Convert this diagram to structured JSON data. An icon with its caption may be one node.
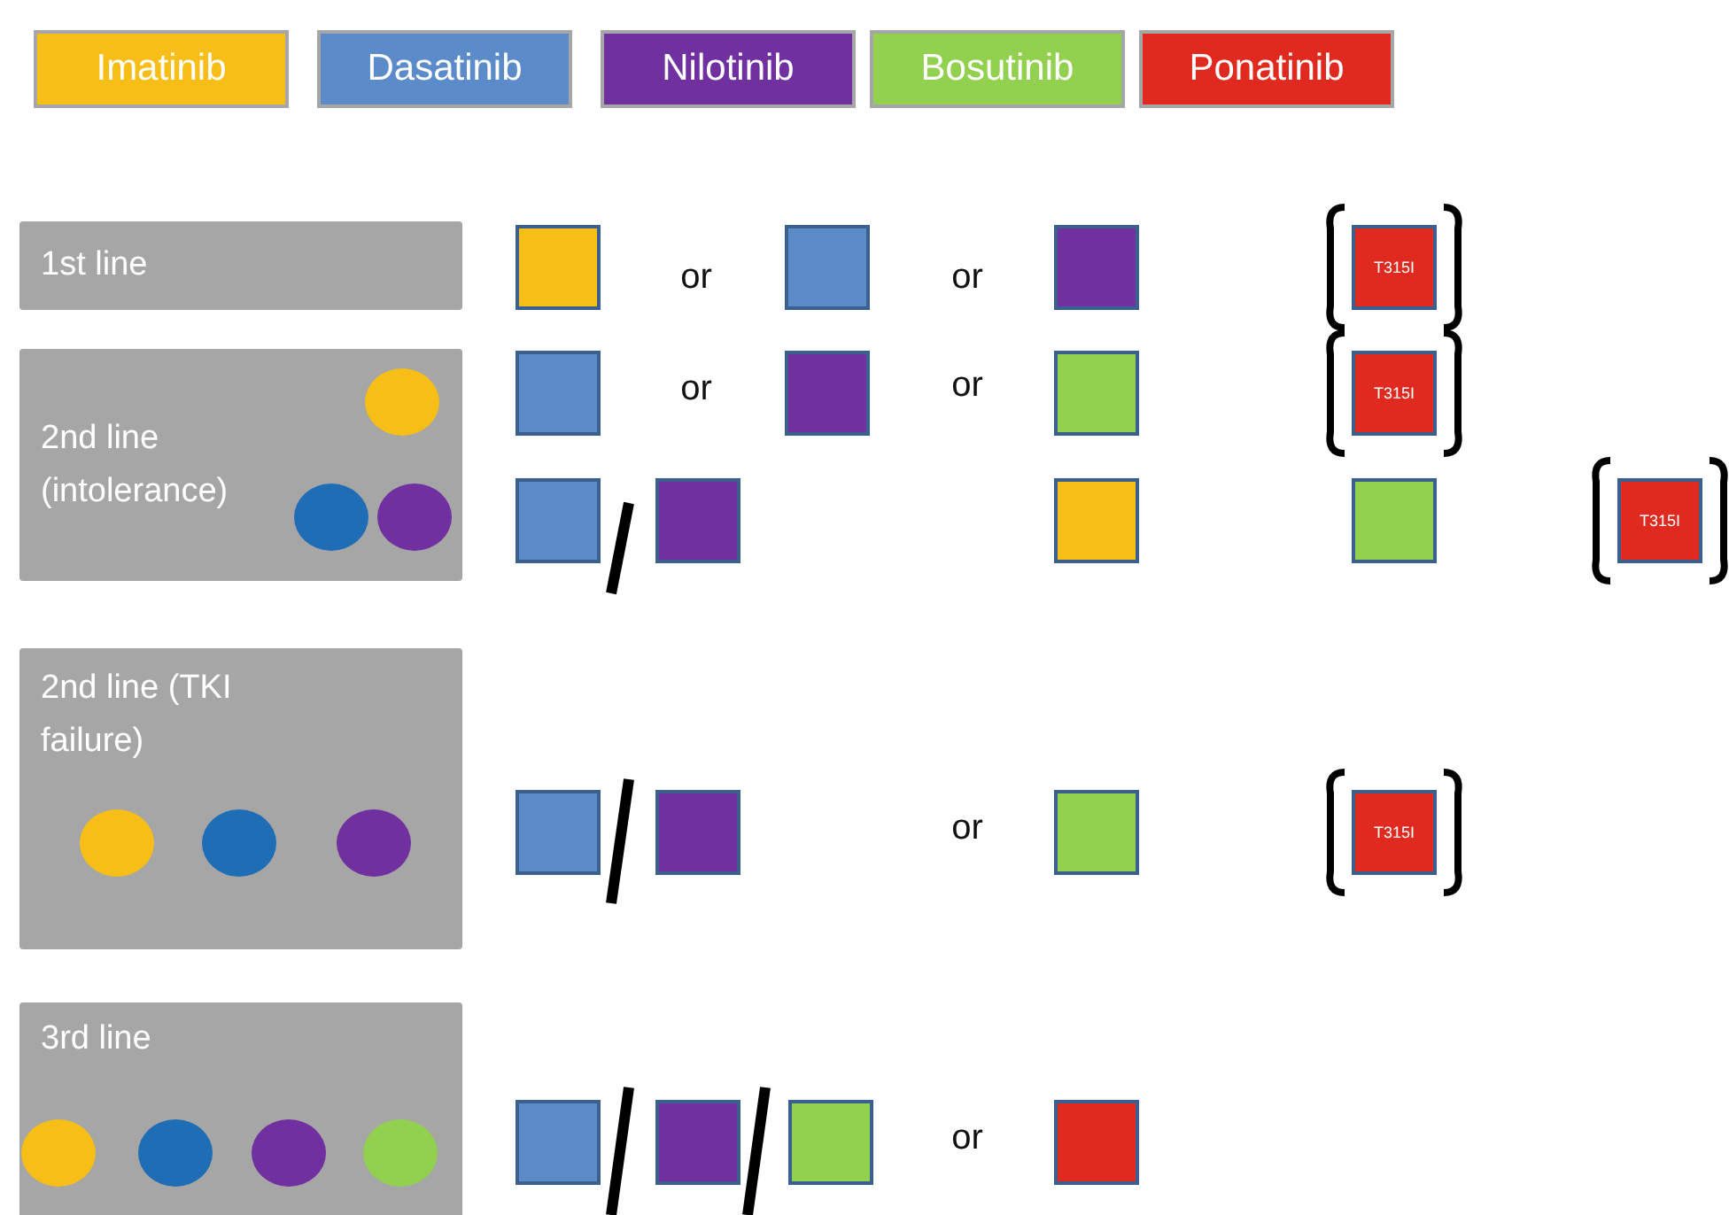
{
  "diagram": {
    "nodes": [
      {
        "text": [
          "1st line"
        ]
      },
      {
        "text": [],
        "shape": "box"
      },
      {
        "text": [],
        "shape": "box"
      },
      {
        "text": [],
        "shape": "box"
      },
      {
        "text": [
          "T315I"
        ]
      },
      {
        "text": [
          "2nd line (intolerance)"
        ]
      },
      {
        "text": [],
        "shape": "circle",
        "in": 5
      },
      {
        "text": [],
        "shape": "circle",
        "in": 5
      },
      {
        "text": [],
        "shape": "circle",
        "in": 5
      },
      {
        "text": [],
        "shape": "box"
      },
      {
        "text": [],
        "shape": "box"
      },
      {
        "text": [],
        "shape": "box"
      },
      {
        "text": [
          "T315I"
        ]
      },
      {
        "text": [],
        "shape": "box"
      },
      {
        "text": [],
        "shape": "box"
      },
      {
        "text": [],
        "shape": "box"
      },
      {
        "text": [],
        "shape": "box"
      },
      {
        "text": [
          "T315I"
        ]
      },
      {
        "text": [
          "2nd line (TKI failure)"
        ]
      },
      {
        "text": [],
        "shape": "circle",
        "in": 18
      },
      {
        "text": [],
        "shape": "circle",
        "in": 18
      },
      {
        "text": [],
        "shape": "circle",
        "in": 18
      },
      {
        "text": [],
        "shape": "box"
      },
      {
        "text": [],
        "shape": "box"
      },
      {
        "text": [],
        "shape": "box"
      },
      {
        "text": [
          "T315I"
        ]
      },
      {
        "text": [
          "3rd line"
        ]
      },
      {
        "text": [],
        "shape": "circle",
        "in": 26
      },
      {
        "text": [],
        "shape": "circle",
        "in": 26
      },
      {
        "text": [],
        "shape": "circle",
        "in": 26
      },
      {
        "text": [],
        "shape": "circle",
        "in": 26
      },
      {
        "text": [],
        "shape": "box"
      },
      {
        "text": [],
        "shape": "box"
      },
      {
        "text": [],
        "shape": "box"
      },
      {
        "text": [],
        "shape": "box"
      }
    ],
    "labels": [
      "or",
      "or",
      "or",
      "or",
      "or",
      "or"
    ],
    "legend": [
      {
        "text": "Imatinib",
        "color": "#f7be17"
      },
      {
        "text": "Dasatinib",
        "color": "#5b8bc8"
      },
      {
        "text": "Nilotinib",
        "color": "#7030a0"
      },
      {
        "text": "Bosutinib",
        "color": "#92d050"
      },
      {
        "text": "Ponatinib",
        "color": "#e0291f"
      }
    ]
  }
}
